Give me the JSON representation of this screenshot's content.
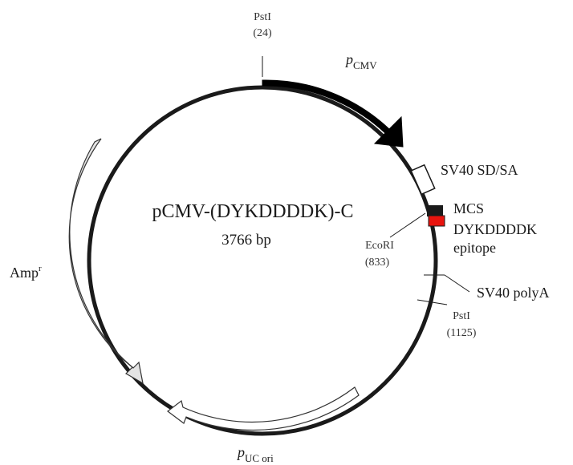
{
  "diagram": {
    "name": "pCMV-(DYKDDDDK)-C",
    "size": "3766 bp",
    "features": {
      "pcmv": {
        "label": "p",
        "sub": "CMV",
        "color": "#000000"
      },
      "sv40_sd_sa": {
        "label": "SV40 SD/SA",
        "color": "#ffffff"
      },
      "mcs": {
        "label": "MCS",
        "color": "#1a1a1a"
      },
      "dykddddk": {
        "label_line1": "DYKDDDDK",
        "label_line2": "epitope",
        "color": "#e8140e"
      },
      "sv40_polya": {
        "label": "SV40 polyA"
      },
      "ampr": {
        "label": "Amp",
        "sup": "r",
        "color": "#e4e4e4"
      },
      "puc_ori": {
        "label": "p",
        "sub": "UC ori",
        "color": "#ffffff"
      }
    },
    "sites": {
      "psti_top": {
        "name": "PstI",
        "position": "(24)"
      },
      "ecori": {
        "name": "EcoRI",
        "position": "(833)"
      },
      "psti_right": {
        "name": "PstI",
        "position": "(1125)"
      }
    }
  }
}
